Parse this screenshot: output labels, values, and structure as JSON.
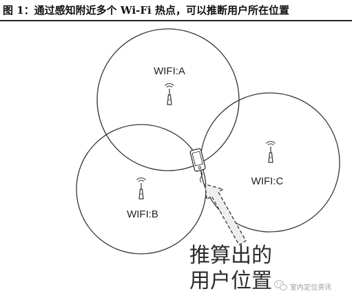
{
  "caption": "图 1：通过感知附近多个 Wi-Fi 热点，可以推断用户所在位置",
  "hotspots": [
    {
      "id": "a",
      "label": "WIFI:A",
      "icon": "wifi-antenna-icon"
    },
    {
      "id": "b",
      "label": "WIFI:B",
      "icon": "wifi-antenna-icon"
    },
    {
      "id": "c",
      "label": "WIFI:C",
      "icon": "wifi-antenna-icon"
    }
  ],
  "device": {
    "icon": "mobile-phone-icon"
  },
  "result": {
    "line1": "推算出的",
    "line2": "用户位置"
  },
  "watermark": {
    "icon": "wechat-icon",
    "text": "室内定位资讯"
  },
  "colors": {
    "stroke": "#333333",
    "text": "#222222",
    "arrow_fill": "#eeeeee"
  }
}
